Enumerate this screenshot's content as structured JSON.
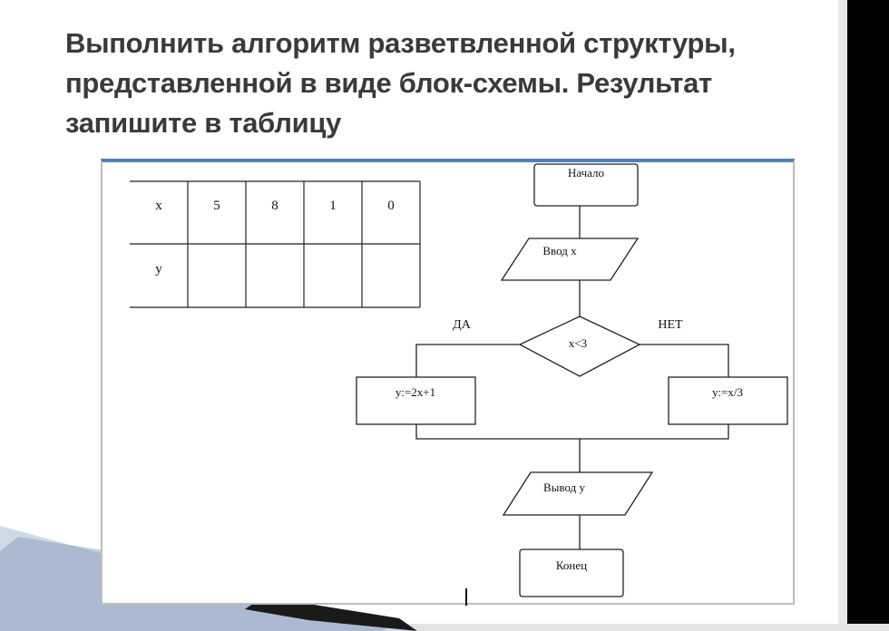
{
  "title": "Выполнить алгоритм разветвленной структуры, представленной в виде блок-схемы. Результат запишите в таблицу",
  "table": {
    "row_x_label": "x",
    "row_y_label": "y",
    "x_values": [
      "5",
      "8",
      "1",
      "0"
    ]
  },
  "flowchart": {
    "start": "Начало",
    "input": "Ввод x",
    "condition": "x<3",
    "yes_label": "ДА",
    "no_label": "НЕТ",
    "yes_action": "y:=2x+1",
    "no_action": "y:=x/3",
    "output": "Вывод y",
    "end": "Конец"
  }
}
